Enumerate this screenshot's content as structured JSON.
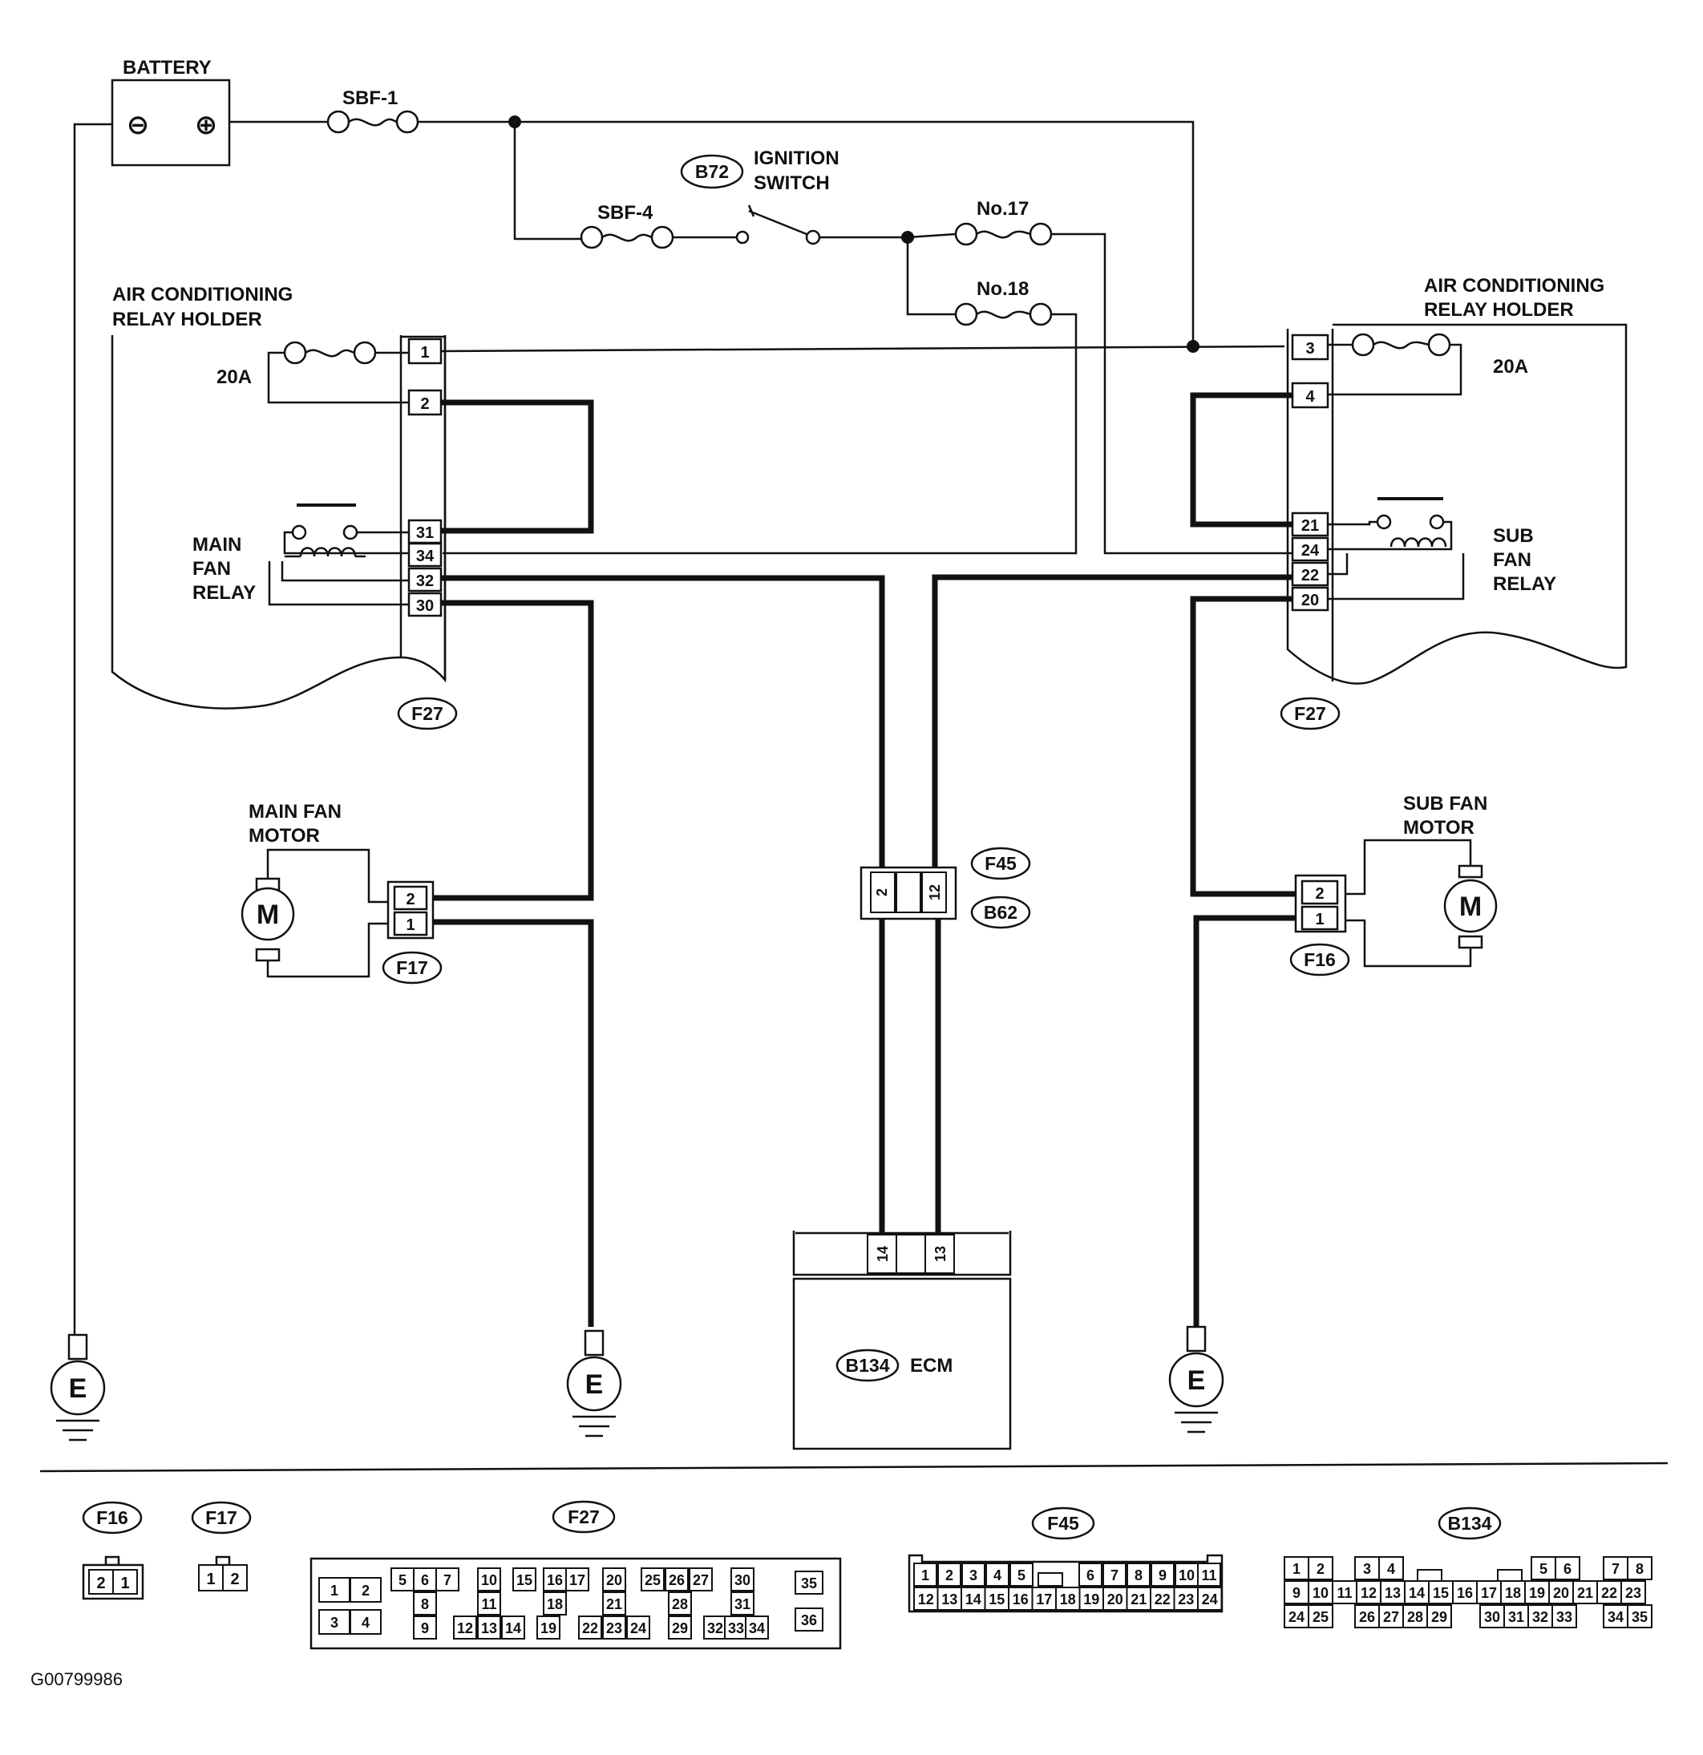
{
  "diagram_id": "G00799986",
  "labels": {
    "battery": "BATTERY",
    "sbf1": "SBF-1",
    "sbf4": "SBF-4",
    "ignition_switch_line1": "IGNITION",
    "ignition_switch_line2": "SWITCH",
    "no17": "No.17",
    "no18": "No.18",
    "ac_relay_holder_line1": "AIR CONDITIONING",
    "ac_relay_holder_line2": "RELAY HOLDER",
    "fuse_20a": "20A",
    "main_fan_relay_line1": "MAIN",
    "main_fan_relay_line2": "FAN",
    "main_fan_relay_line3": "RELAY",
    "sub_fan_relay_line1": "SUB",
    "sub_fan_relay_line2": "FAN",
    "sub_fan_relay_line3": "RELAY",
    "main_fan_motor_line1": "MAIN FAN",
    "main_fan_motor_line2": "MOTOR",
    "sub_fan_motor_line1": "SUB FAN",
    "sub_fan_motor_line2": "MOTOR",
    "ecm": "ECM",
    "motor_symbol": "M",
    "earth_symbol": "E",
    "minus": "⊖",
    "plus": "⊕"
  },
  "connectors": {
    "b72": "B72",
    "f27": "F27",
    "f45": "F45",
    "b62": "B62",
    "f17": "F17",
    "f16": "F16",
    "b134": "B134"
  },
  "left_relay_pins": [
    "1",
    "2",
    "31",
    "34",
    "32",
    "30"
  ],
  "right_relay_pins": [
    "3",
    "4",
    "21",
    "24",
    "22",
    "20"
  ],
  "f17_pins": [
    "2",
    "1"
  ],
  "f16_pins": [
    "2",
    "1"
  ],
  "f45_pins": [
    "2",
    "12"
  ],
  "ecm_pins": [
    "14",
    "13"
  ],
  "legend": {
    "f16_title": "F16",
    "f16_pins": [
      "2",
      "1"
    ],
    "f17_title": "F17",
    "f17_pins": [
      "1",
      "2"
    ],
    "f27_title": "F27",
    "f27_cells": [
      "1",
      "2",
      "3",
      "4",
      "5",
      "6",
      "7",
      "8",
      "9",
      "10",
      "11",
      "12",
      "13",
      "14",
      "15",
      "16",
      "17",
      "18",
      "19",
      "20",
      "21",
      "22",
      "23",
      "24",
      "25",
      "26",
      "27",
      "28",
      "29",
      "30",
      "31",
      "32",
      "33",
      "34",
      "35",
      "36"
    ],
    "f45_title": "F45",
    "f45_row1": [
      "1",
      "2",
      "3",
      "4",
      "5",
      "6",
      "7",
      "8",
      "9",
      "10",
      "11"
    ],
    "f45_row2": [
      "12",
      "13",
      "14",
      "15",
      "16",
      "17",
      "18",
      "19",
      "20",
      "21",
      "22",
      "23",
      "24"
    ],
    "b134_title": "B134",
    "b134_row1": [
      "1",
      "2",
      "3",
      "4",
      "5",
      "6",
      "7",
      "8"
    ],
    "b134_row2": [
      "9",
      "10",
      "11",
      "12",
      "13",
      "14",
      "15",
      "16",
      "17",
      "18",
      "19",
      "20",
      "21",
      "22",
      "23"
    ],
    "b134_row3": [
      "24",
      "25",
      "26",
      "27",
      "28",
      "29",
      "30",
      "31",
      "32",
      "33",
      "34",
      "35"
    ]
  }
}
